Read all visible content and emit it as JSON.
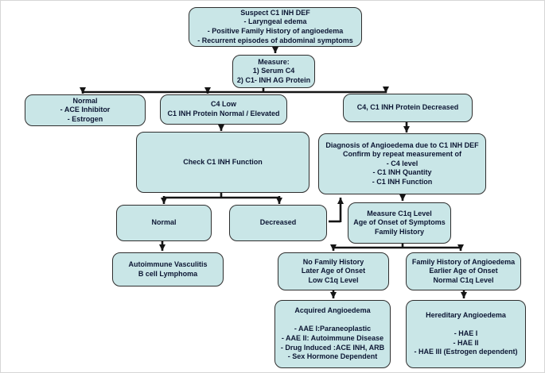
{
  "colors": {
    "box_fill": "#c9e6e7",
    "box_border": "#2e2e2e",
    "text": "#0c1633",
    "connector": "#151515"
  },
  "nodes": {
    "suspect": {
      "lines": [
        "Suspect C1 INH DEF",
        "- Laryngeal edema",
        "- Positive Family History of angioedema",
        "- Recurrent episodes of abdominal symptoms"
      ]
    },
    "measure": {
      "lines": [
        "Measure:",
        "1) Serum C4",
        "2) C1- INH AG Protein"
      ]
    },
    "normal_meds": {
      "lines": [
        "Normal",
        "- ACE Inhibitor",
        "- Estrogen"
      ]
    },
    "c4_low": {
      "lines": [
        "C4 Low",
        "C1 INH Protein Normal / Elevated"
      ]
    },
    "c4_c1_decreased": {
      "lines": [
        "C4, C1 INH Protein Decreased"
      ]
    },
    "check_function": {
      "lines": [
        "Check C1 INH Function"
      ]
    },
    "diagnosis": {
      "lines": [
        "Diagnosis of Angioedema due to C1 INH DEF",
        "Confirm by repeat measurement of",
        "- C4 level",
        "- C1 INH Quantity",
        "- C1 INH Function"
      ]
    },
    "function_normal": {
      "lines": [
        "Normal"
      ]
    },
    "function_decreased": {
      "lines": [
        "Decreased"
      ]
    },
    "measure_c1q": {
      "lines": [
        "Measure C1q Level",
        "Age of Onset of Symptoms",
        "Family History"
      ]
    },
    "autoimmune": {
      "lines": [
        "Autoimmune Vasculitis",
        "B cell Lymphoma"
      ]
    },
    "no_family_history": {
      "lines": [
        "No Family History",
        "Later Age of Onset",
        "Low C1q Level"
      ]
    },
    "family_history": {
      "lines": [
        "Family History of Angioedema",
        "Earlier Age of Onset",
        "Normal C1q Level"
      ]
    },
    "acquired": {
      "lines": [
        "Acquired Angioedema",
        "",
        "- AAE I:Paraneoplastic",
        "- AAE II: Autoimmune Disease",
        "- Drug Induced :ACE INH, ARB",
        "- Sex Hormone Dependent"
      ]
    },
    "hereditary": {
      "lines": [
        "Hereditary Angioedema",
        "",
        "- HAE I",
        "- HAE II",
        "- HAE III (Estrogen dependent)"
      ]
    }
  }
}
